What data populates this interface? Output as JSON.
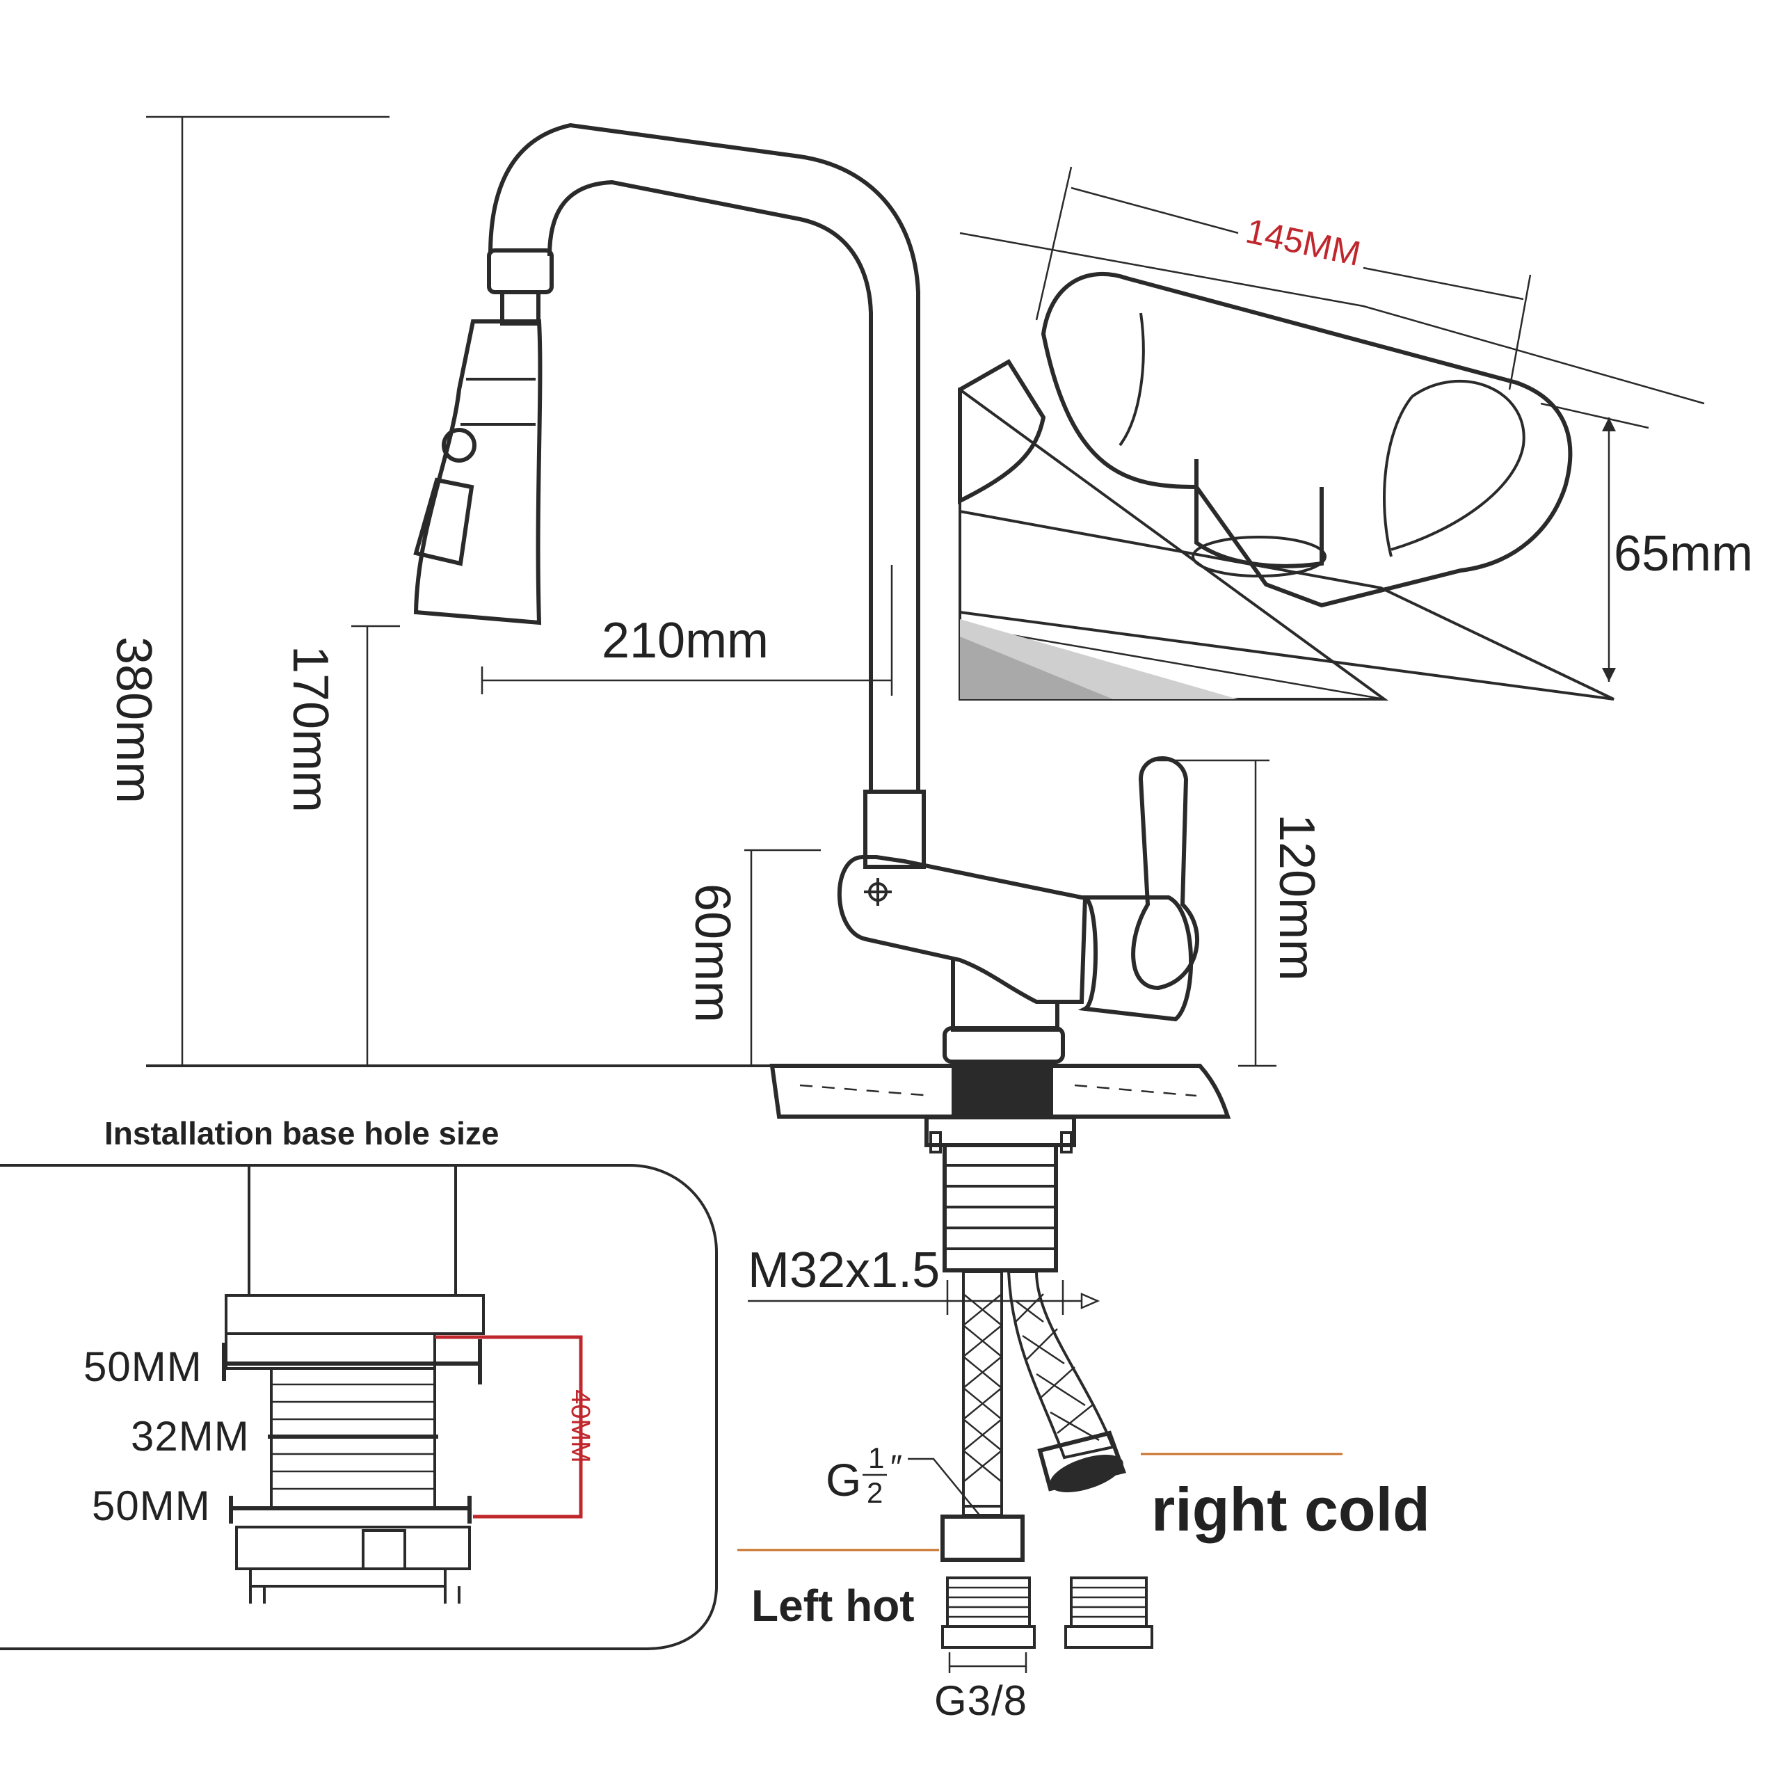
{
  "dimensions": {
    "total_height": "380mm",
    "spout_height": "170mm",
    "reach": "210mm",
    "handle_height": "120mm",
    "body_height": "60mm",
    "body_length": "145MM",
    "body_depth": "65mm"
  },
  "thread": {
    "mount_thread": "M32x1.5",
    "hose_fitting_whole": "G",
    "hose_fitting_num": "1",
    "hose_fitting_den": "2",
    "hose_fitting_unit": "″",
    "adapter_thread": "G3/8"
  },
  "supply": {
    "left": "Left hot",
    "right": "right cold"
  },
  "base_hole": {
    "title": "Installation base hole size",
    "top_width": "50MM",
    "thread_diameter": "32MM",
    "bottom_width": "50MM",
    "height": "40MM"
  },
  "colors": {
    "line": "#2a2a2a",
    "accent_red": "#c0272d",
    "hose_orange": "#c8732b"
  }
}
